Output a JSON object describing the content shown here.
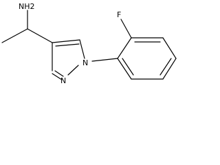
{
  "molecule": {
    "atoms": {
      "amine": "NH2",
      "pyrazole_n1": "N",
      "pyrazole_n2": "N",
      "fluorine": "F"
    }
  }
}
